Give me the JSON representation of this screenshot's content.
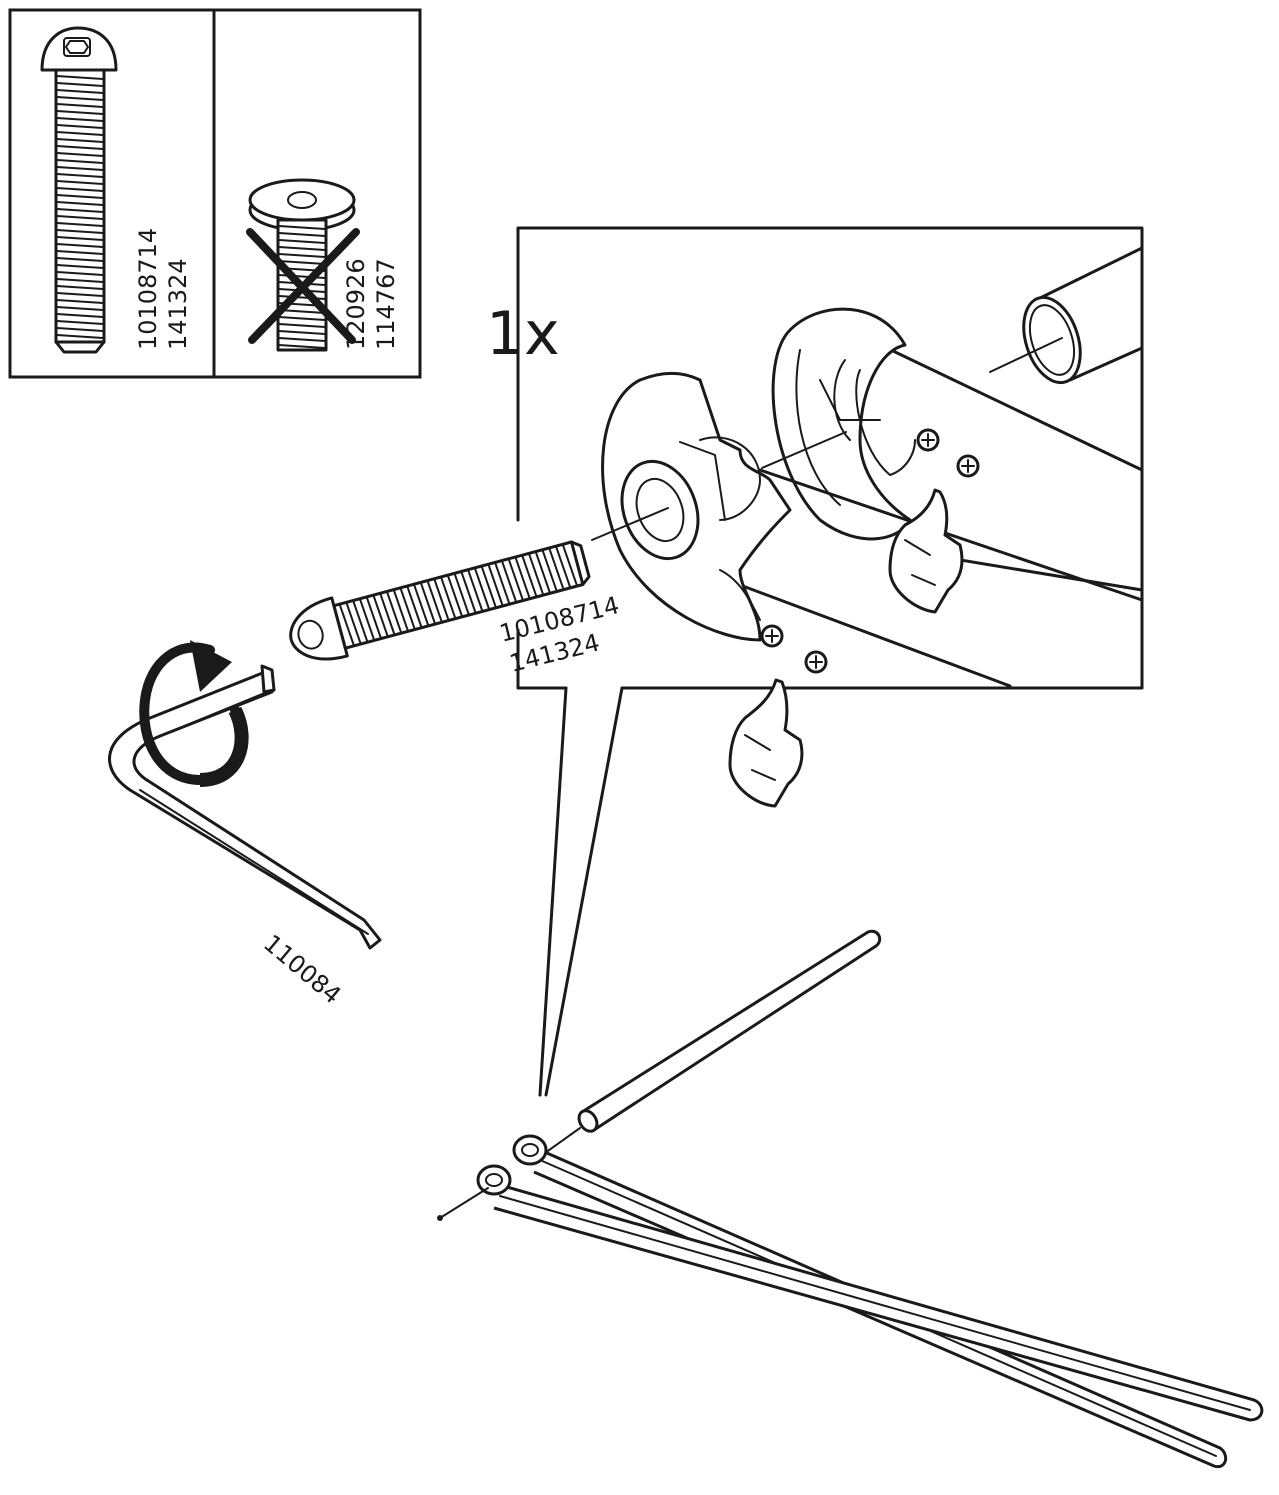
{
  "parts_box": {
    "correct_screw": {
      "code_top": "10108714",
      "code_bottom": "141324"
    },
    "wrong_screw": {
      "code_top": "120926",
      "code_bottom": "114767"
    }
  },
  "detail": {
    "quantity": "1x",
    "screw_code_top": "10108714",
    "screw_code_bottom": "141324"
  },
  "allen_key": {
    "code": "110084"
  }
}
